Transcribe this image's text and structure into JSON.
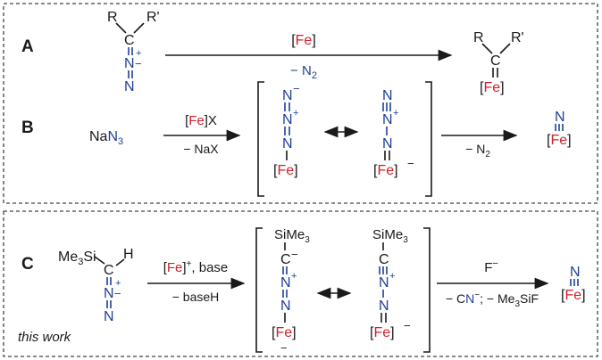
{
  "panels": {
    "A": {
      "label": "A",
      "reagent": "[Fe]",
      "byproduct": "− N₂"
    },
    "B": {
      "label": "B",
      "reagent": "[Fe]X",
      "byproduct": "− NaX",
      "arrow2_byproduct": "− N₂"
    },
    "C": {
      "label": "C",
      "reagent": "[Fe]⁺, base",
      "byproduct": "− baseH",
      "arrow2_reagent": "F⁻",
      "arrow2_byproduct": "− CN⁻; − Me₃SiF",
      "note": "this work"
    }
  },
  "chem": {
    "R": "R",
    "Rp": "R'",
    "C": "C",
    "H": "H",
    "N": "N",
    "Fe": "Fe",
    "SiMe3": "SiMe₃",
    "Me3Si": "Me₃Si",
    "NaN3": "NaN₃",
    "plus": "+",
    "minus": "−",
    "lbr": "[",
    "rbr": "]"
  },
  "colors": {
    "iron": "#d0202a",
    "nitrogen": "#1f3f9a",
    "text": "#1a1a1a"
  }
}
